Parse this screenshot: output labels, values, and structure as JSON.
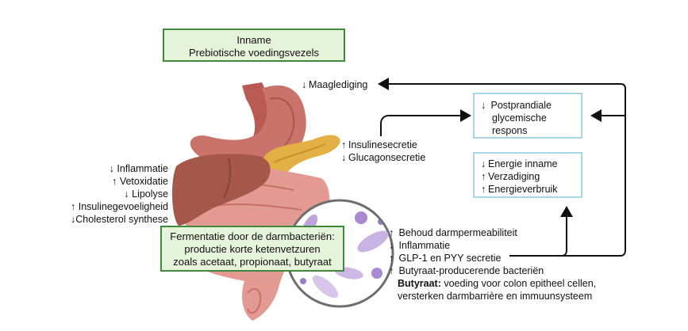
{
  "intake_box": {
    "line1": "Inname",
    "line2": "Prebiotische voedingsvezels"
  },
  "stomach_effect": {
    "arrow": "down",
    "label": "Maaglediging"
  },
  "pancreas_effects": [
    {
      "arrow": "up",
      "label": "Insulinesecretie"
    },
    {
      "arrow": "down",
      "label": "Glucagonsecretie"
    }
  ],
  "liver_effects": [
    {
      "arrow": "down",
      "label": "Inflammatie"
    },
    {
      "arrow": "up",
      "label": "Vetoxidatie"
    },
    {
      "arrow": "down",
      "label": "Lipolyse"
    },
    {
      "arrow": "up",
      "label": "Insulinegevoeligheid"
    },
    {
      "arrow": "down",
      "label": "Cholesterol synthese"
    }
  ],
  "glycemic_box": {
    "arrow": "down",
    "line1": "Postprandiale",
    "line2": "glycemische",
    "line3": "respons"
  },
  "energy_box": [
    {
      "arrow": "down",
      "label": "Energie inname"
    },
    {
      "arrow": "up",
      "label": "Verzadiging"
    },
    {
      "arrow": "up",
      "label": "Energieverbruik"
    }
  ],
  "fermentation_box": {
    "line1": "Fermentatie door de darmbacteriën:",
    "line2": "productie korte ketenvetzuren",
    "line3": "zoals acetaat, propionaat, butyraat"
  },
  "gut_effects": [
    {
      "arrow": "up",
      "label": "Behoud darmpermeabiliteit"
    },
    {
      "arrow": "down",
      "label": "Inflammatie"
    },
    {
      "arrow": "up",
      "label": "GLP-1 en PYY secretie"
    },
    {
      "arrow": "up",
      "label": "Butyraat-producerende bacteriën"
    }
  ],
  "butyrate_note": {
    "bold": "Butyraat:",
    "text1": " voeding voor colon epitheel cellen,",
    "text2": "versterken darmbarrière en immuunsysteem"
  },
  "colors": {
    "green_border": "#3f8a3a",
    "green_fill": "#e5f3db",
    "blue_border": "#a9d6e7",
    "stomach": "#c9736a",
    "liver": "#a5574a",
    "pancreas": "#e3b046",
    "intestine": "#e39a93"
  }
}
